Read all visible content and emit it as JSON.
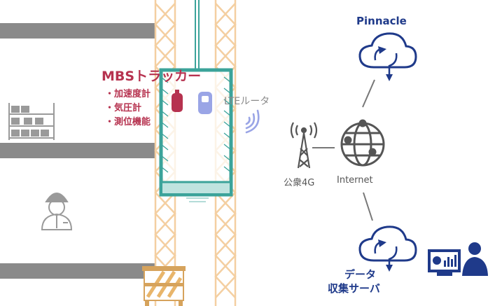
{
  "tracker": {
    "title": "MBSトラッカー",
    "specs": [
      "・加速度計",
      "・気圧計",
      "・測位機能"
    ]
  },
  "router": {
    "label": "LTEルータ"
  },
  "network": {
    "cell_label": "公衆4G",
    "internet_label": "Internet"
  },
  "cloud_pinnacle": {
    "label": "Pinnacle"
  },
  "data_center": {
    "label_line1": "データ",
    "label_line2": "収集サーバ"
  },
  "colors": {
    "tracker_red": "#b6324f",
    "router_blue": "#9aa5e6",
    "navy": "#1f3a8a",
    "mast_orange": "#f4cfa1",
    "car_green": "#3ba39a",
    "floor_gray": "#8a8a8a"
  },
  "icons": [
    "shelf-icon",
    "worker-icon",
    "tracker-device-icon",
    "lte-router-icon",
    "signal-wave-icon",
    "cell-tower-icon",
    "globe-icon",
    "cloud-sync-icon",
    "monitor-user-icon",
    "barrier-icon"
  ]
}
